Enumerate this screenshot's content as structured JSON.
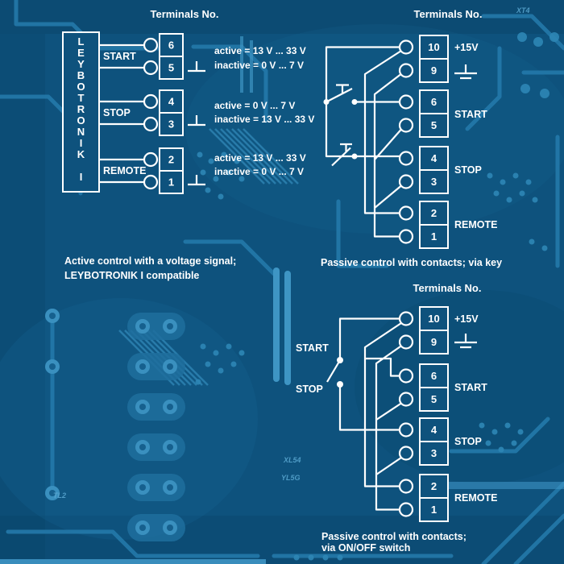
{
  "left_diagram": {
    "header": "Terminals No.",
    "device_name": "LEYBOTRONIK I",
    "device_letters": [
      "L",
      "E",
      "Y",
      "B",
      "O",
      "T",
      "R",
      "O",
      "N",
      "I",
      "K",
      "I"
    ],
    "signals": [
      {
        "label": "START",
        "terminal_top": "6",
        "terminal_bottom": "5",
        "active": "active = 13 V ... 33 V",
        "inactive": "inactive = 0 V ... 7 V"
      },
      {
        "label": "STOP",
        "terminal_top": "4",
        "terminal_bottom": "3",
        "active": "active = 0 V ... 7 V",
        "inactive": "inactive = 13 V ... 33 V"
      },
      {
        "label": "REMOTE",
        "terminal_top": "2",
        "terminal_bottom": "1",
        "active": "active = 13 V ... 33 V",
        "inactive": "inactive = 0 V ... 7 V"
      }
    ],
    "caption_line1": "Active control with a voltage signal;",
    "caption_line2": "LEYBOTRONIK I compatible"
  },
  "key_diagram": {
    "header": "Terminals No.",
    "terminals": [
      "10",
      "9",
      "6",
      "5",
      "4",
      "3",
      "2",
      "1"
    ],
    "labels": {
      "power": "+15V",
      "start": "START",
      "stop": "STOP",
      "remote": "REMOTE"
    },
    "caption": "Passive control with contacts; via key"
  },
  "switch_diagram": {
    "header": "Terminals No.",
    "terminals": [
      "10",
      "9",
      "6",
      "5",
      "4",
      "3",
      "2",
      "1"
    ],
    "labels": {
      "power": "+15V",
      "start": "START",
      "stop": "STOP",
      "remote": "REMOTE"
    },
    "switch_labels": {
      "start": "START",
      "stop": "STOP"
    },
    "caption_line1": "Passive control with contacts;",
    "caption_line2": "via ON/OFF switch"
  },
  "background_marks": {
    "top_right": "XT4",
    "mid_left_1": "XL54",
    "mid_left_2": "YL5G",
    "bottom_left": "TL2"
  },
  "colors": {
    "board_base": "#0e527d",
    "board_trace": "#2479aa",
    "board_trace_bright": "#3e95c4",
    "board_pad": "#3a90bf",
    "wire": "#ffffff"
  }
}
